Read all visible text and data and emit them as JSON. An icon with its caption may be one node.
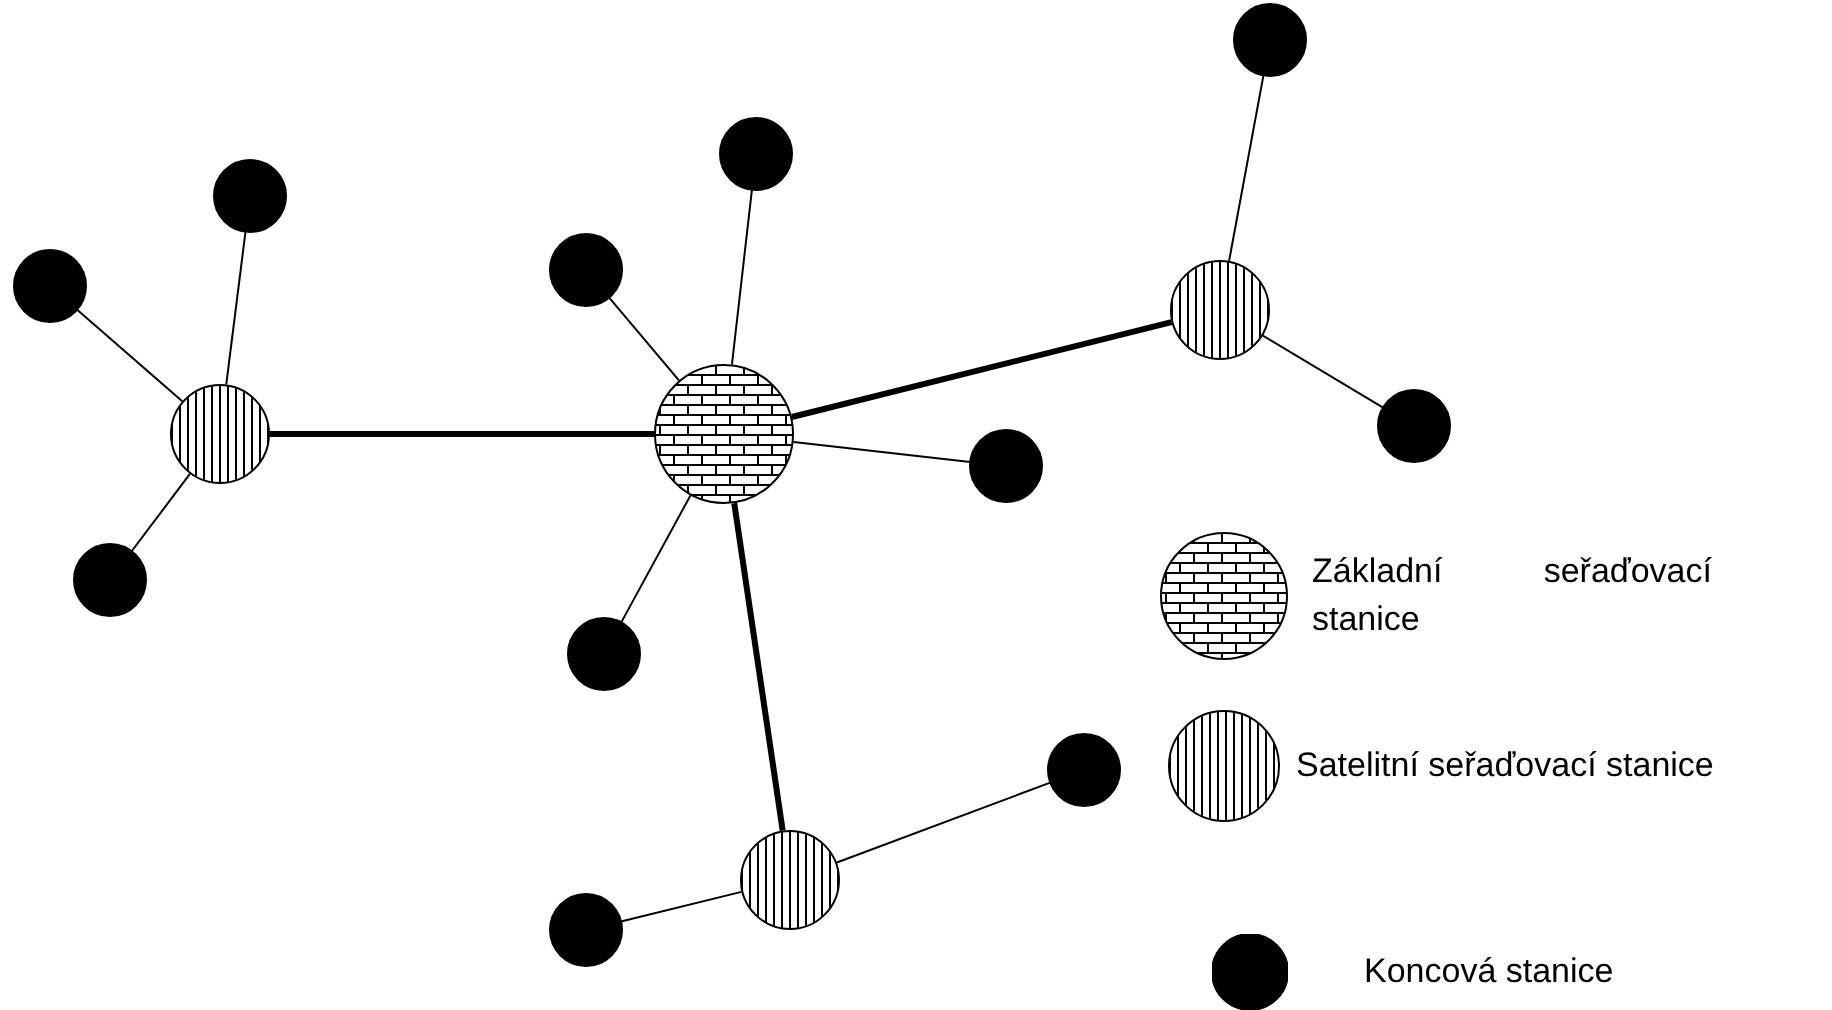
{
  "diagram": {
    "nodes": [
      {
        "text": [],
        "shape": "circle"
      },
      {
        "text": [],
        "shape": "circle"
      },
      {
        "text": [],
        "shape": "circle"
      },
      {
        "text": [],
        "shape": "circle"
      },
      {
        "text": [],
        "shape": "circle"
      },
      {
        "text": [],
        "shape": "circle"
      },
      {
        "text": [],
        "shape": "circle"
      },
      {
        "text": [],
        "shape": "circle"
      },
      {
        "text": [],
        "shape": "circle"
      },
      {
        "text": [],
        "shape": "circle"
      },
      {
        "text": [],
        "shape": "circle"
      },
      {
        "text": [],
        "shape": "circle"
      },
      {
        "text": [],
        "shape": "circle"
      },
      {
        "text": [],
        "shape": "circle"
      },
      {
        "text": [],
        "shape": "circle"
      }
    ],
    "edges": [
      {
        "from": 0,
        "to": 1,
        "arrow": "none",
        "style": "thick"
      },
      {
        "from": 0,
        "to": 2,
        "arrow": "none",
        "style": "thick"
      },
      {
        "from": 0,
        "to": 3,
        "arrow": "none",
        "style": "thick"
      },
      {
        "from": 0,
        "to": 4,
        "arrow": "none"
      },
      {
        "from": 0,
        "to": 5,
        "arrow": "none"
      },
      {
        "from": 0,
        "to": 6,
        "arrow": "none"
      },
      {
        "from": 0,
        "to": 7,
        "arrow": "none"
      },
      {
        "from": 1,
        "to": 8,
        "arrow": "none"
      },
      {
        "from": 1,
        "to": 9,
        "arrow": "none"
      },
      {
        "from": 1,
        "to": 10,
        "arrow": "none"
      },
      {
        "from": 2,
        "to": 11,
        "arrow": "none"
      },
      {
        "from": 2,
        "to": 12,
        "arrow": "none"
      },
      {
        "from": 3,
        "to": 13,
        "arrow": "none"
      },
      {
        "from": 3,
        "to": 14,
        "arrow": "none"
      }
    ],
    "legend": [
      {
        "text": "Základní seřaďovací stanice"
      },
      {
        "text": "Satelitní seřaďovací stanice"
      },
      {
        "text": "Koncová stanice"
      }
    ]
  }
}
